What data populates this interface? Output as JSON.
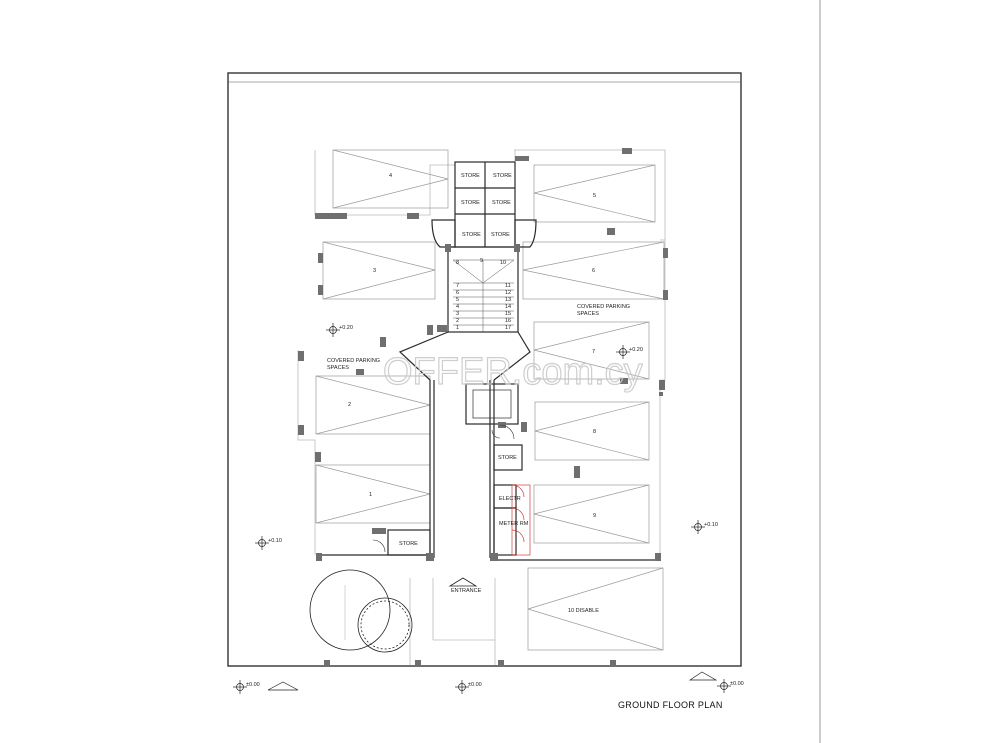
{
  "plan": {
    "title": "GROUND FLOOR PLAN",
    "watermark": "OFFER.com.cy",
    "parking_label_left": [
      "COVERED PARKING",
      "SPACES"
    ],
    "parking_label_right": [
      "COVERED PARKING",
      "SPACES"
    ],
    "parking_numbers": [
      "1",
      "2",
      "3",
      "4",
      "5",
      "6",
      "7",
      "8",
      "9",
      "10 DISABLE"
    ],
    "store_labels": [
      "STORE",
      "STORE",
      "STORE",
      "STORE",
      "STORE",
      "STORE",
      "STORE",
      "STORE"
    ],
    "stair_numbers_left": [
      "1",
      "2",
      "3",
      "4",
      "5",
      "6",
      "7"
    ],
    "stair_numbers_right": [
      "17",
      "16",
      "15",
      "14",
      "13",
      "12",
      "11"
    ],
    "stair_top_numbers": [
      "8",
      "9",
      "10"
    ],
    "electr_label": "ELECTR",
    "meter_label": "METER RM",
    "entrance_label": "ENTRANCE",
    "levels": {
      "plus020_left": "+0.20",
      "plus020_right": "+0.20",
      "plus010_left": "+0.10",
      "plus010_right": "+0.10",
      "zero_left": "±0.00",
      "zero_mid": "±0.00",
      "zero_right": "±0.00"
    }
  },
  "colors": {
    "line": "#2a2a2a",
    "light_line": "#bdbdbd",
    "wall_fill": "#6f6f6f",
    "door_red": "#d23a3a"
  }
}
